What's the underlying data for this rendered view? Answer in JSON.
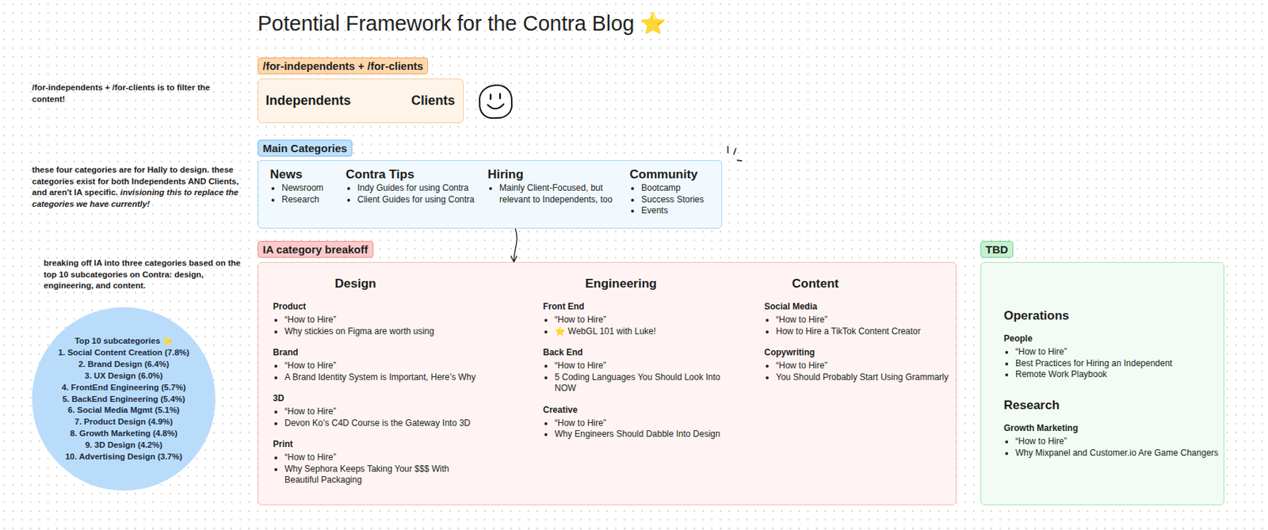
{
  "diagram": {
    "title": "Potential Framework for the Contra Blog ⭐",
    "nodes": [
      {
        "text": [
          "/for-independents + /for-clients"
        ]
      },
      {
        "text": [
          "Independents",
          "Clients"
        ]
      },
      {
        "text": [
          "Main Categories"
        ]
      },
      {
        "text": [
          "News",
          "Newsroom",
          "Research",
          "Contra Tips",
          "Indy Guides for using Contra",
          "Client Guides for using Contra",
          "Hiring",
          "Mainly Client-Focused, but relevant to Independents, too",
          "Community",
          "Bootcamp",
          "Success Stories",
          "Events"
        ]
      },
      {
        "text": [
          "IA category breakoff"
        ]
      },
      {
        "text": [
          "Design",
          "Product",
          "“How to Hire”",
          "Why stickies on Figma are worth using",
          "Brand",
          "“How to Hire”",
          "A Brand Identity System is Important, Here’s Why",
          "3D",
          "“How to Hire”",
          "Devon Ko’s C4D Course is the Gateway Into 3D",
          "Print",
          "“How to Hire”",
          "Why Sephora Keeps Taking Your $$$ With Beautiful Packaging",
          "Engineering",
          "Front End",
          "“How to Hire”",
          "⭐ WebGL 101 with Luke!",
          "Back End",
          "“How to Hire”",
          "5 Coding Languages You Should Look Into NOW",
          "Creative",
          "“How to Hire”",
          "Why Engineers Should Dabble Into Design",
          "Content",
          "Social Media",
          "“How to Hire”",
          "How to Hire a TikTok Content Creator",
          "Copywriting",
          "“How to Hire”",
          "You Should Probably Start Using Grammarly"
        ]
      },
      {
        "text": [
          "TBD"
        ]
      },
      {
        "text": [
          "Operations",
          "People",
          "“How to Hire”",
          "Best Practices for Hiring an Independent",
          "Remote Work Playbook",
          "Research",
          "Growth Marketing",
          "“How to Hire”",
          "Why Mixpanel and Customer.io Are Game Changers"
        ]
      },
      {
        "text": [
          "Top 10 subcategories ⭐",
          "1. Social Content Creation (7.8%)",
          "2. Brand Design (6.4%)",
          "3. UX Design (6.0%)",
          "4. FrontEnd Engineering (5.7%)",
          "5. BackEnd Engineering (5.4%)",
          "6. Social Media Mgmt (5.1%)",
          "7. Product Design (4.9%)",
          "8. Growth Marketing (4.8%)",
          "9. 3D Design (4.2%)",
          "10. Advertising Design (3.7%)"
        ]
      }
    ],
    "edges": [
      {
        "from": 3,
        "to": 5,
        "arrow": "to"
      }
    ],
    "labels": [
      "/for-independents + /for-clients is to filter the content!",
      "these four categories are for Hally to design. these categories exist for both Independents AND Clients, and aren't IA specific.",
      "invisioning this to replace the categories we have currently!",
      "breaking off IA into three categories based on the top 10 subcategories on Contra: design, engineering, and content."
    ]
  }
}
